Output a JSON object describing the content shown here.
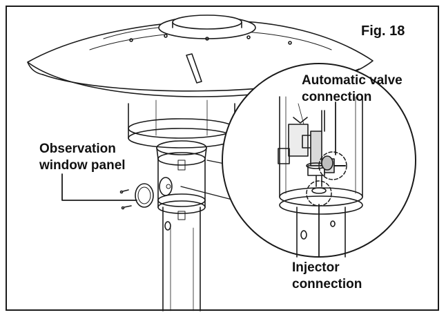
{
  "figure": {
    "title": "Fig. 18"
  },
  "callouts": {
    "observation_line1": "Observation",
    "observation_line2": "window panel",
    "valve_line1": "Automatic valve",
    "valve_line2": "connection",
    "injector_line1": "Injector",
    "injector_line2": "connection"
  },
  "colors": {
    "line": "#1a1a1a",
    "shade": "#d9d9d9"
  }
}
